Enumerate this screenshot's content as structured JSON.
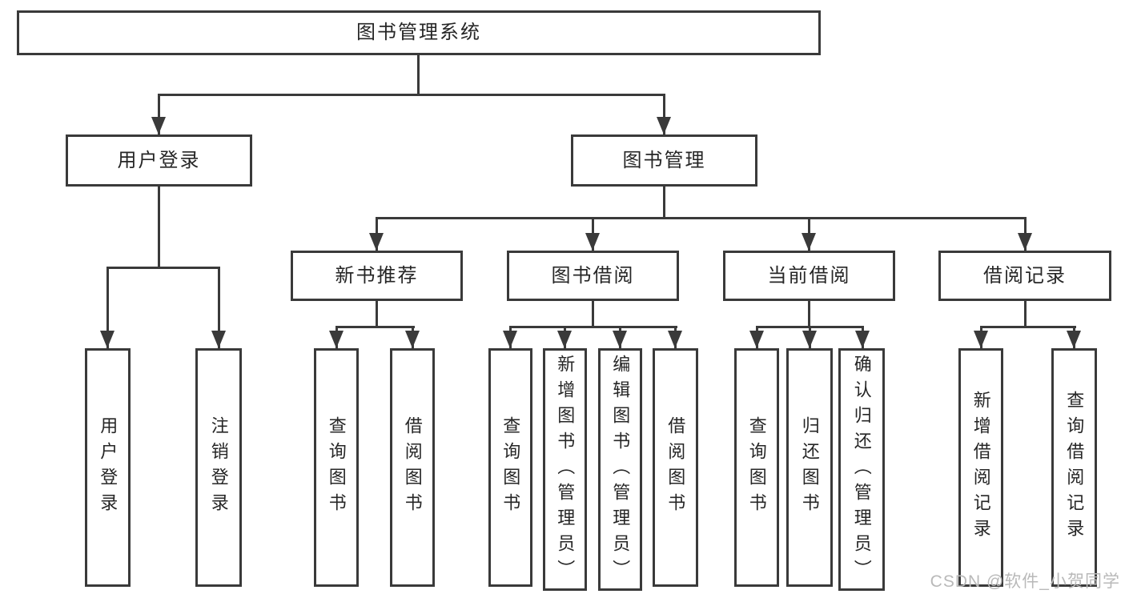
{
  "diagram_title": "图书管理系统",
  "nodes": {
    "root": {
      "label": "图书管理系统"
    },
    "user_login_group": {
      "label": "用户登录"
    },
    "book_management": {
      "label": "图书管理"
    },
    "new_book_recommend": {
      "label": "新书推荐"
    },
    "book_borrow": {
      "label": "图书借阅"
    },
    "current_borrow": {
      "label": "当前借阅"
    },
    "borrow_records": {
      "label": "借阅记录"
    },
    "user_login": {
      "label": "用户登录"
    },
    "logout": {
      "label": "注销登录"
    },
    "recommend_query_book": {
      "label": "查询图书"
    },
    "recommend_borrow_book": {
      "label": "借阅图书"
    },
    "borrow_query_book": {
      "label": "查询图书"
    },
    "borrow_add_book": {
      "label": "新增图书（管理员）"
    },
    "borrow_edit_book": {
      "label": "编辑图书（管理员）"
    },
    "borrow_borrow_book": {
      "label": "借阅图书"
    },
    "current_query_book": {
      "label": "查询图书"
    },
    "current_return_book": {
      "label": "归还图书"
    },
    "current_confirm_return": {
      "label": "确认归还（管理员）"
    },
    "records_add_record": {
      "label": "新增借阅记录"
    },
    "records_query_record": {
      "label": "查询借阅记录"
    }
  },
  "watermark": {
    "text": "CSDN @软件_小贺同学"
  },
  "colors": {
    "line": "#3a3a3a",
    "text": "#262626",
    "watermark": "#b9b9b9",
    "background": "#ffffff"
  }
}
